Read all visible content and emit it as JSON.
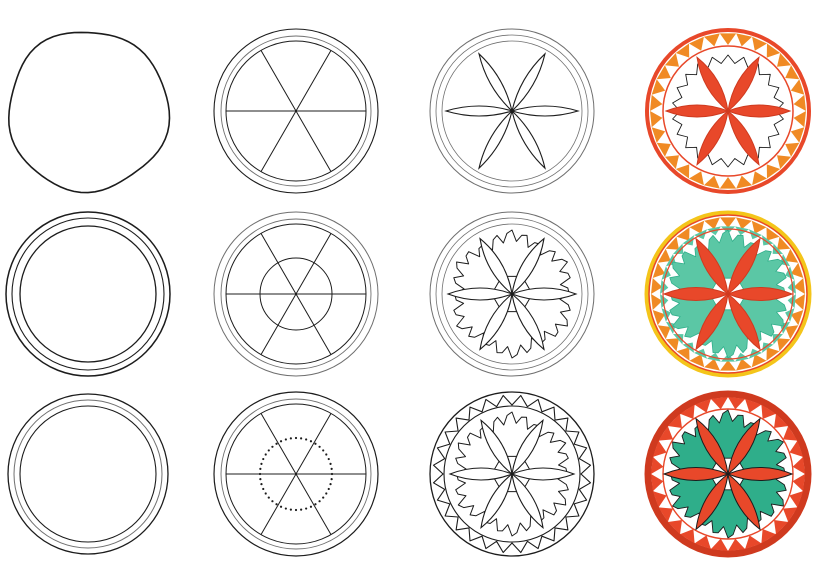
{
  "colors": {
    "ink": "#1c1c1c",
    "pencil": "#6f6f6f",
    "red": "#e8482a",
    "red_dark": "#cf3a1f",
    "orange": "#f08a24",
    "yellow": "#f4c51a",
    "green": "#2fae8a",
    "green_light": "#5bc7a5"
  },
  "grid": [
    [
      "outline-circle",
      "six-spoke-guides",
      "six-petal-sketch",
      "colored-six-petal-rosette"
    ],
    [
      "double-ring",
      "spokes-with-inner-circle",
      "petals-with-scalloped-ring",
      "colored-rosette-green-ground"
    ],
    [
      "triple-ring",
      "spokes-dotted-inner-circle",
      "petals-with-zigzag-border",
      "colored-rosette-dark-border"
    ]
  ]
}
